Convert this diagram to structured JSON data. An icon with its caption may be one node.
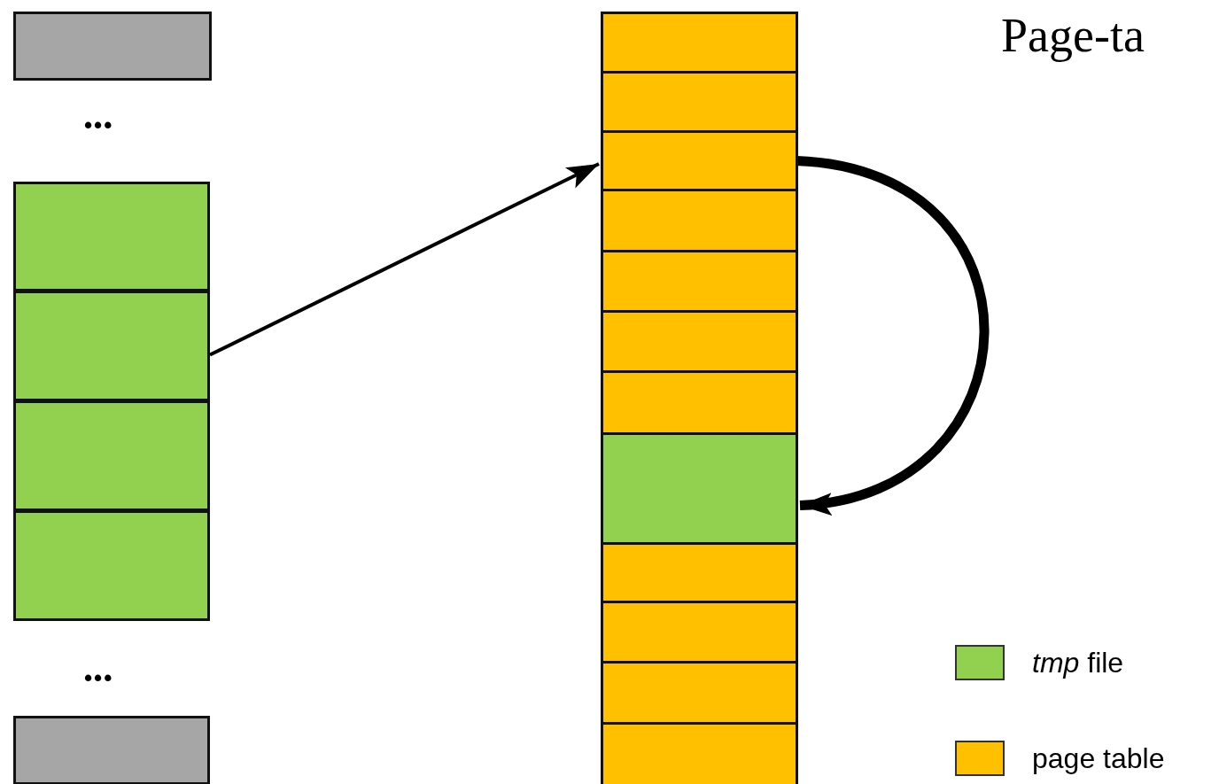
{
  "diagram": {
    "title": "Page-ta",
    "nodes": [
      {
        "text": [],
        "shape": "box"
      },
      {
        "text": [],
        "shape": "box"
      },
      {
        "text": [],
        "shape": "box"
      },
      {
        "text": [],
        "shape": "box"
      },
      {
        "text": [],
        "shape": "box"
      },
      {
        "text": [],
        "shape": "box"
      },
      {
        "text": [],
        "shape": "box"
      },
      {
        "text": [],
        "shape": "box"
      },
      {
        "text": [],
        "shape": "box"
      },
      {
        "text": [],
        "shape": "box"
      },
      {
        "text": [],
        "shape": "box"
      },
      {
        "text": [],
        "shape": "box"
      },
      {
        "text": [],
        "shape": "box"
      },
      {
        "text": [],
        "shape": "box"
      },
      {
        "text": [],
        "shape": "box"
      },
      {
        "text": [],
        "shape": "box"
      },
      {
        "text": [],
        "shape": "box"
      },
      {
        "text": [],
        "shape": "box"
      }
    ],
    "edges": [
      {
        "from": 2,
        "to": 8,
        "arrow": "to"
      },
      {
        "from": 8,
        "to": 13,
        "arrow": "to",
        "style": "thick"
      }
    ],
    "labels": [
      "•••",
      "•••"
    ],
    "legend": [
      {
        "text": "*tmp* file",
        "color": "#92d050"
      },
      {
        "text": "page table",
        "color": "#ffc000"
      }
    ]
  }
}
